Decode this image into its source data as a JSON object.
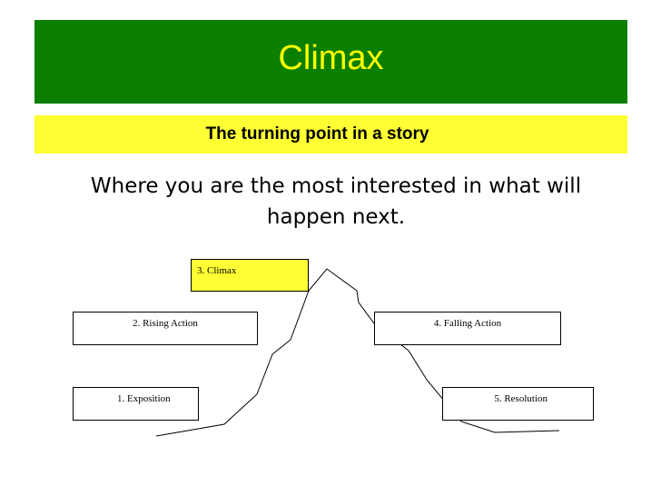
{
  "slide": {
    "title": "Climax",
    "subtitle": "The turning point in a story",
    "body": "Where you are the most interested in what will happen next.",
    "colors": {
      "title_bg": "#0a7f00",
      "title_text": "#ffff00",
      "subtitle_bg": "#ffff33",
      "climax_box_bg": "#ffff33"
    }
  },
  "plot_diagram": {
    "stages": [
      "1. Exposition",
      "2. Rising Action",
      "3. Climax",
      "4. Falling Action",
      "5. Resolution"
    ]
  }
}
